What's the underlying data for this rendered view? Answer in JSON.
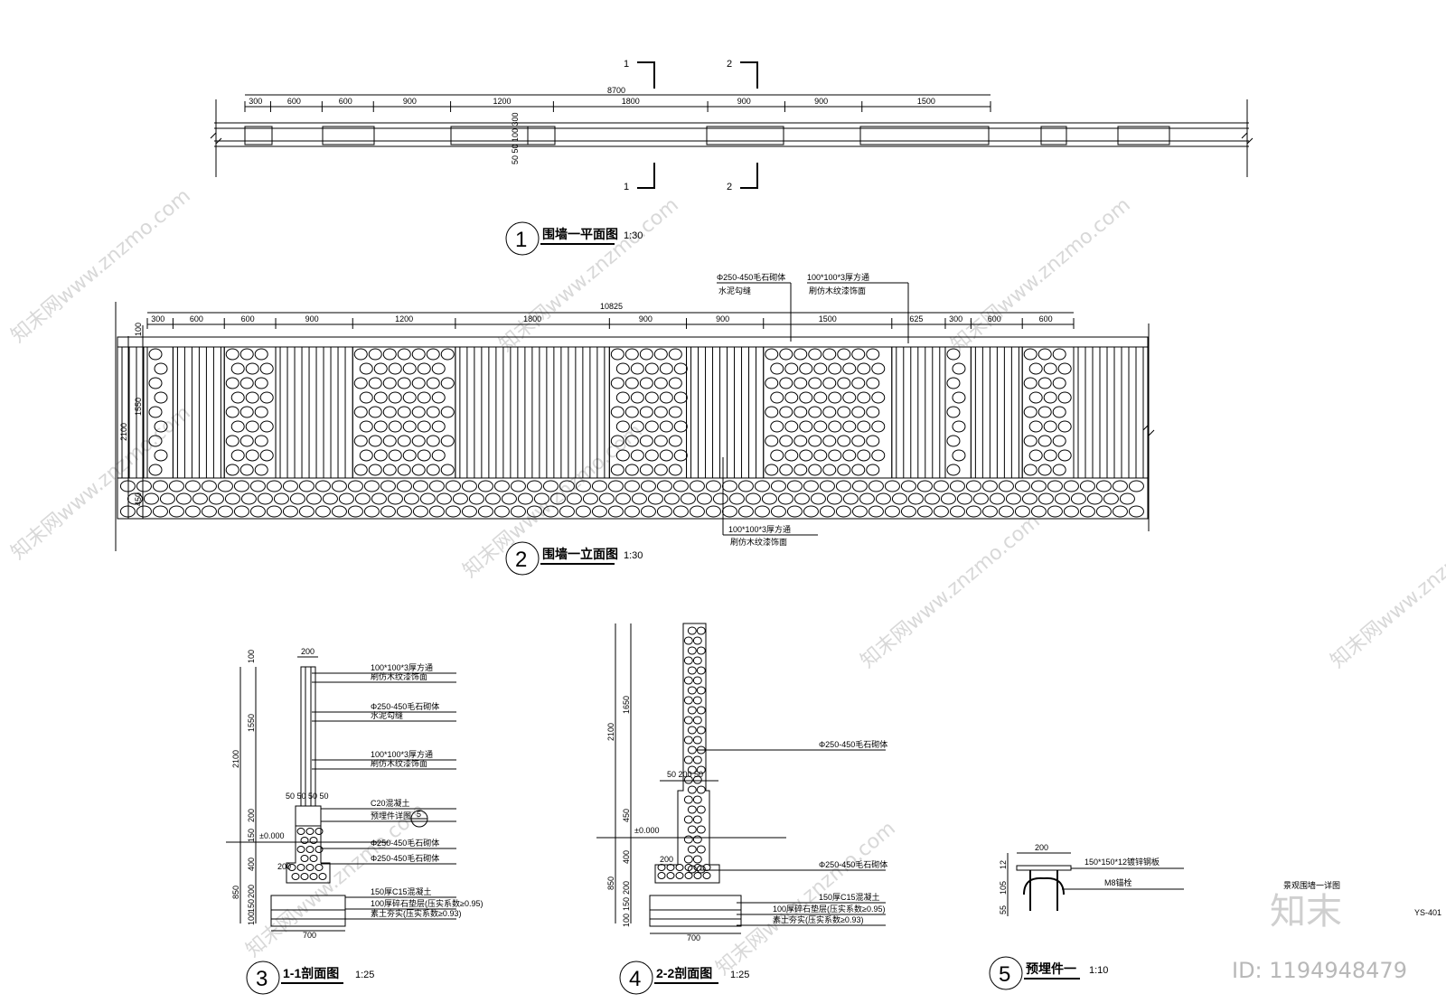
{
  "plan": {
    "section_mark_1_top": "1",
    "section_mark_2_top": "2",
    "section_mark_1_bot": "1",
    "section_mark_2_bot": "2",
    "total_dim": "8700",
    "segment_dims": [
      "300",
      "600",
      "600",
      "900",
      "1200",
      "1800",
      "900",
      "900",
      "1500"
    ],
    "vertical_dims": "50 50 100 300",
    "title_num": "1",
    "title": "围墙一平面图",
    "scale": "1:30"
  },
  "elevation": {
    "total_dim": "10825",
    "segment_dims": [
      "300",
      "600",
      "600",
      "900",
      "1200",
      "1800",
      "900",
      "900",
      "1500",
      "625",
      "300",
      "600",
      "600"
    ],
    "height_total": "2100",
    "height_upper": "1550",
    "height_top": "100",
    "height_base": "450",
    "note_stone_1": "Φ250-450毛石砌体",
    "note_stone_2": "水泥勾缝",
    "note_timber_1": "100*100*3厚方通",
    "note_timber_2": "刷仿木纹漆饰面",
    "note_bottom_1": "100*100*3厚方通",
    "note_bottom_2": "刷仿木纹漆饰面",
    "title_num": "2",
    "title": "围墙一立面图",
    "scale": "1:30"
  },
  "section11": {
    "dims_top": "200",
    "dims_left": [
      "100",
      "1550",
      "2100",
      "200",
      "150",
      "400",
      "850",
      "200",
      "150",
      "100"
    ],
    "dims_mid": "50 50 50 50",
    "level": "±0.000",
    "labels": [
      "100*100*3厚方通",
      "刷仿木纹漆饰面",
      "Φ250-450毛石砌体",
      "水泥勾缝",
      "100*100*3厚方通",
      "刷仿木纹漆饰面",
      "C20混凝土",
      "预埋件详图",
      "Φ250-450毛石砌体",
      "150厚C15混凝土",
      "100厚碎石垫层(压实系数≥0.95)",
      "素土夯实(压实系数≥0.93)"
    ],
    "foot_dim": "700",
    "detail_ref": "5",
    "base_dim": "200",
    "title_num": "3",
    "title": "1-1剖面图",
    "scale": "1:25"
  },
  "section22": {
    "dims_left": [
      "2100",
      "1650",
      "450",
      "400",
      "850",
      "200",
      "150",
      "100"
    ],
    "dims_top": "50 200 50",
    "level": "±0.000",
    "label_stone_top": "Φ250-450毛石砌体",
    "label_stone_bot": "Φ250-450毛石砌体",
    "label_c15": "150厚C15混凝土",
    "label_gravel": "100厚碎石垫层(压实系数≥0.95)",
    "label_soil": "素土夯实(压实系数≥0.93)",
    "base_dim": "200",
    "foot_dim": "700",
    "title_num": "4",
    "title": "2-2剖面图",
    "scale": "1:25"
  },
  "embed": {
    "width_dim": "200",
    "dims_left": [
      "12",
      "105",
      "55"
    ],
    "label_plate": "150*150*12镀锌钢板",
    "label_bolt": "M8锚栓",
    "title_num": "5",
    "title": "预埋件一",
    "scale": "1:10"
  },
  "sheet": {
    "caption": "景观围墙一详图",
    "code": "YS-401"
  },
  "watermark": {
    "logo": "知末",
    "id": "ID: 1194948479",
    "site": "知末网www.znzmo.com"
  }
}
